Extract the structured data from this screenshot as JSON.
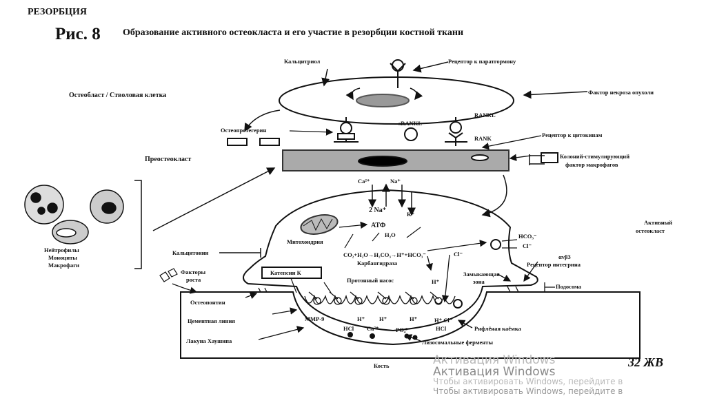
{
  "header": {
    "section": "РЕЗОРБЦИЯ",
    "figure_number": "Рис. 8",
    "figure_title": "Образование активного остеокласта и его участие в резорбции костной ткани"
  },
  "labels": {
    "calcitriol": "Кальцитриол",
    "pth_receptor": "Рецептор к паратгормону",
    "osteoblast": "Остеобласт / Стволовая клетка",
    "tnf": "Фактор некроза опухоли",
    "rankl": "RANKL",
    "srankl": "sRANKL",
    "osteoprotegerin": "Остеопротегерин",
    "cytokine_receptor": "Рецептор к цитокинам",
    "rank": "RANK",
    "preosteoclast": "Преостеокласт",
    "mcsf_1": "Колоний-стимулирующий",
    "mcsf_2": "фактор макрофагов",
    "ca": "Ca²⁺",
    "na": "Na⁺",
    "na2": "2 Na⁺",
    "k": "K⁺",
    "active_osteoclast_1": "Активный",
    "active_osteoclast_2": "остеокласт",
    "neutrophils": "Нейтрофилы",
    "monocytes": "Моноциты",
    "macrophages": "Макрофаги",
    "atp": "АТФ",
    "h2o": "H₂O",
    "mitochondria": "Митохондрия",
    "calcitonin": "Кальцитонин",
    "hco3": "HCO₃⁻",
    "cl_minus": "Cl⁻",
    "reaction": "CO₂+H₂O→H₂CO₃→H⁺+HCO₃⁻",
    "carbonic_anhydrase": "Карбангидраза",
    "cl_small": "Cl⁻",
    "integrin": "αvβ3",
    "integrin_receptor": "Рецептор интегрина",
    "growth_factors_1": "Факторы",
    "growth_factors_2": "роста",
    "cathepsin": "Катепсин К",
    "proton_pump": "Протонный насос",
    "h_plus": "H⁺",
    "sealing_zone_1": "Замыкающая",
    "sealing_zone_2": "зона",
    "podosome": "Подосома",
    "osteopontin": "Остеопонтин",
    "cement_line": "Цементная линия",
    "mmp9": "ММР-9",
    "h1": "H⁺",
    "h2": "H⁺",
    "h3": "H⁺",
    "hcl_left": "HCl",
    "ca_low": "Ca²⁺",
    "po4": "PO₄³⁻",
    "h_cl": "H⁺ Cl⁻",
    "hcl_right": "HCl",
    "ruffled_border": "Рифлёная каёмка",
    "howship_lacuna": "Лакуна Хаушипа",
    "lysosomal": "Лизосомальные ферменты",
    "bone": "Кость"
  },
  "page_number": "32 ЖВ",
  "watermark": {
    "line1": "Активация Windows",
    "line2": "Активация Windows",
    "line3": "Чтобы активировать Windows, перейдите в",
    "line4": "Чтобы активировать Windows, перейдите в"
  }
}
